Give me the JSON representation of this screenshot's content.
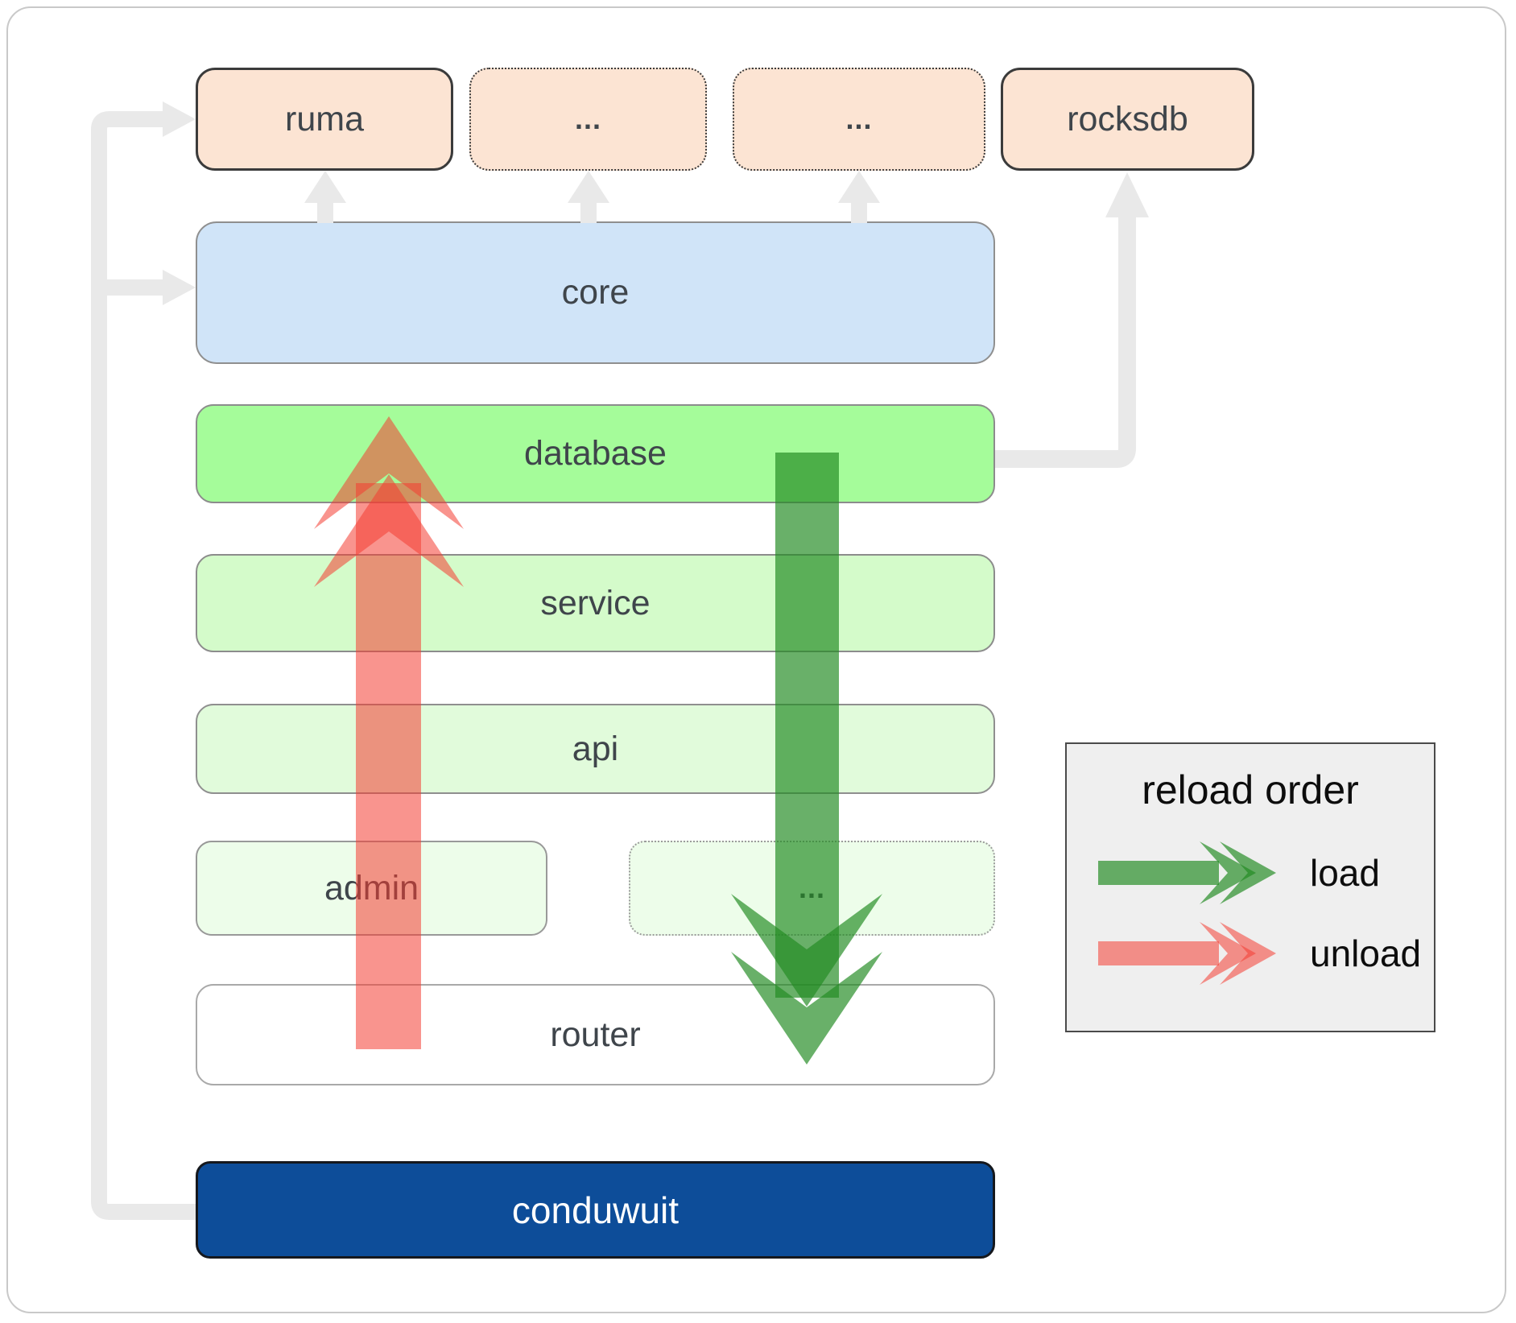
{
  "diagram": {
    "external_dependencies": {
      "ruma": "ruma",
      "more_deps_1": "...",
      "more_deps_2": "...",
      "rocksdb": "rocksdb"
    },
    "layers": {
      "core": "core",
      "database": "database",
      "service": "service",
      "api": "api",
      "admin": "admin",
      "more_services": "...",
      "router": "router",
      "conduwuit": "conduwuit"
    }
  },
  "legend": {
    "title": "reload order",
    "load_label": "load",
    "unload_label": "unload"
  },
  "colors": {
    "load_arrow": "rgba(34,139,34,0.68)",
    "unload_arrow": "rgba(244,60,50,0.55)",
    "dependency_arrow": "#e9e9e9",
    "conduwuit_blue": "#0d4d99",
    "core_blue": "#d0e4f8",
    "database_green": "#a5fc9a",
    "service_green": "#d4fbca",
    "api_green": "#e1fbdb",
    "admin_green": "#edfdea",
    "external_peach": "#fce4d3",
    "legend_bg": "#efefef"
  }
}
